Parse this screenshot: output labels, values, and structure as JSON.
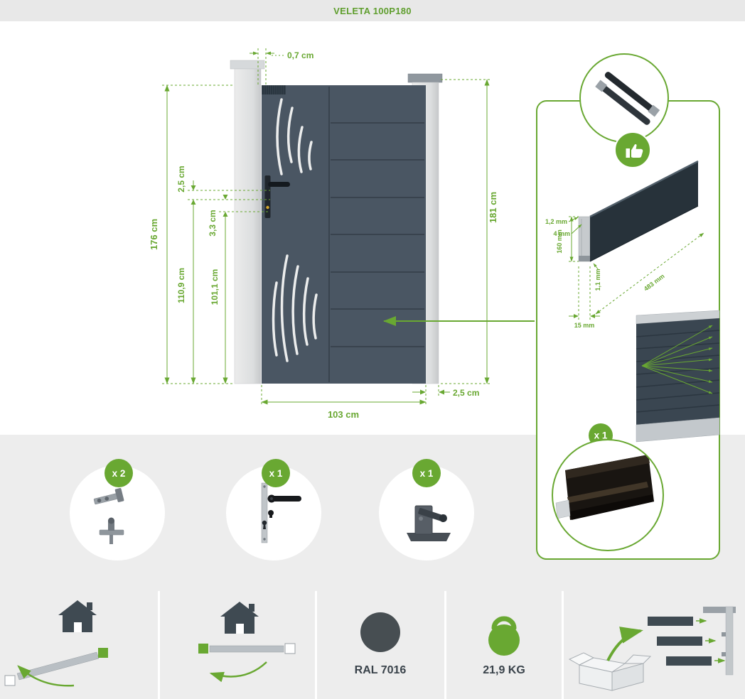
{
  "header": {
    "title": "VELETA 100P180"
  },
  "colors": {
    "accent_green": "#69a832",
    "gate_body": "#4a5663",
    "ral_swatch": "#474e52",
    "background_band": "#ededed"
  },
  "gate_diagram": {
    "dims": {
      "top_gap": "0,7 cm",
      "total_height_left": "176 cm",
      "hinge_offset": "2,5 cm",
      "lock_offset": "3,3 cm",
      "handle_height": "110,9 cm",
      "lock_height": "101,1 cm",
      "total_height_right": "181 cm",
      "width": "103 cm",
      "side_gap": "2,5 cm"
    }
  },
  "detail_panel": {
    "slat_badge": "x 1",
    "slat_dims": {
      "wall_top": "1,2 mm",
      "groove": "4 mm",
      "height": "160 mm",
      "wall_bottom": "1,1 mm",
      "length": "483 mm",
      "depth": "15 mm"
    }
  },
  "components": {
    "hinges_badge": "x 2",
    "lock_badge": "x 1",
    "stop_badge": "x 1"
  },
  "footer": {
    "ral": "RAL 7016",
    "weight": "21,9 KG"
  }
}
